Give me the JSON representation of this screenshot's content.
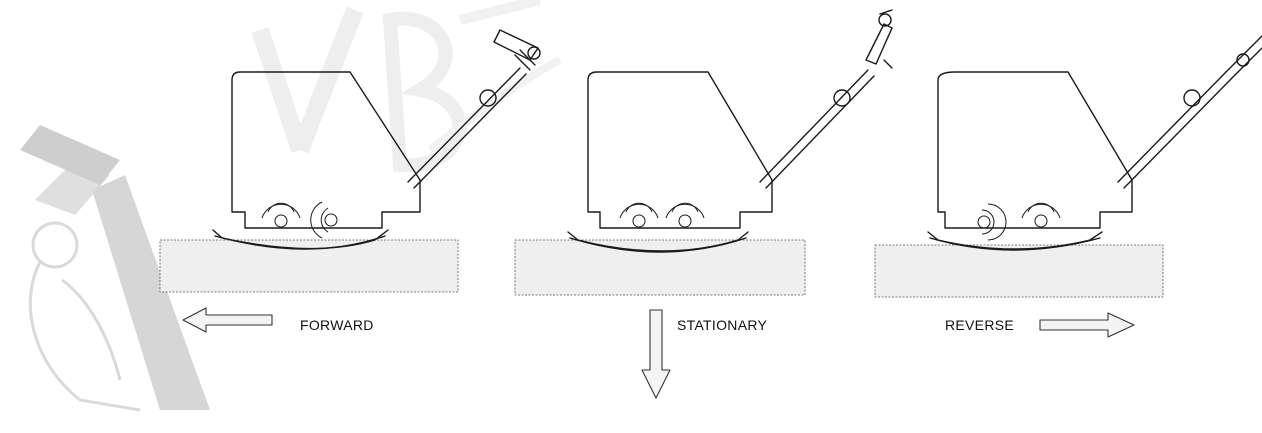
{
  "labels": {
    "forward": "FORWARD",
    "stationary": "STATIONARY",
    "reverse": "REVERSE"
  },
  "colors": {
    "line": "#1a1a1a",
    "soil": "#efefef",
    "watermark": "#cfcfcf"
  },
  "icons": {
    "watermark": "hammer-in-hand-logo",
    "arrow": "hollow-direction-arrow"
  }
}
